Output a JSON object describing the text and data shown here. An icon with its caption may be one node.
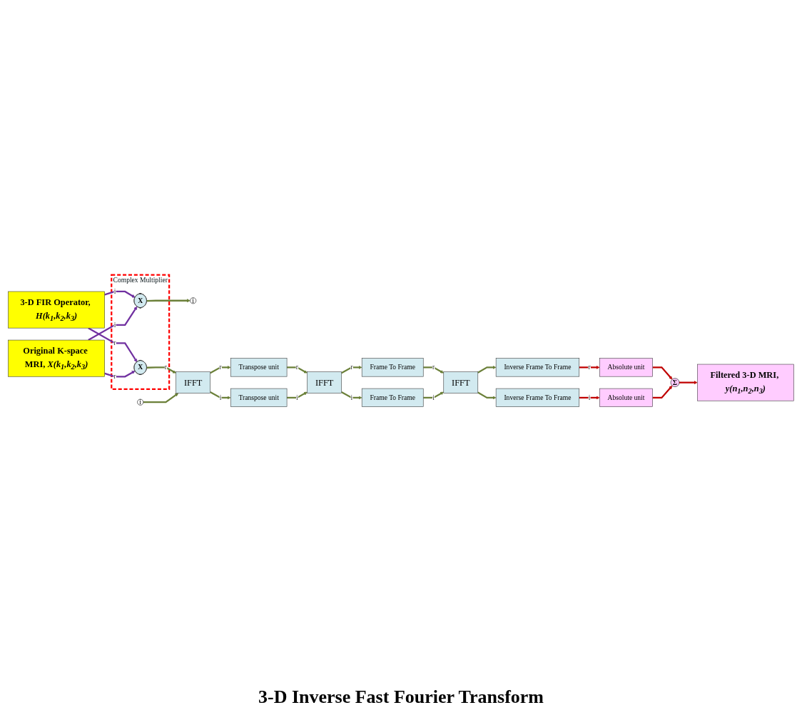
{
  "diagram": {
    "caption": "3-D Inverse Fast Fourier Transform",
    "nodes": [
      {
        "text": [
          "3-D FIR Operator, *H(k$_{1}$,k$_{2}$,k$_{3}$)*"
        ]
      },
      {
        "text": [
          "Original K-space MRI, *X(k$_{1}$,k$_{2}$,k$_{3}$)*"
        ]
      },
      {
        "text": [
          "Complex Multiplier"
        ]
      },
      {
        "text": [
          "X"
        ],
        "in": 2
      },
      {
        "text": [
          "X"
        ],
        "in": 2
      },
      {
        "text": [
          "i"
        ]
      },
      {
        "text": [
          "i"
        ]
      },
      {
        "text": [
          "IFFT"
        ]
      },
      {
        "text": [
          "Transpose unit"
        ]
      },
      {
        "text": [
          "Transpose unit"
        ]
      },
      {
        "text": [
          "IFFT"
        ]
      },
      {
        "text": [
          "Frame To Frame"
        ]
      },
      {
        "text": [
          "Frame To Frame"
        ]
      },
      {
        "text": [
          "IFFT"
        ]
      },
      {
        "text": [
          "Inverse Frame To Frame"
        ]
      },
      {
        "text": [
          "Inverse Frame To Frame"
        ]
      },
      {
        "text": [
          "Absolute unit"
        ]
      },
      {
        "text": [
          "Absolute unit"
        ]
      },
      {
        "text": [
          "Σ"
        ]
      },
      {
        "text": [
          "Filtered 3-D MRI, *y(n$_{1}$,n$_{2}$,n$_{3}$)*"
        ]
      }
    ],
    "edges": [
      {
        "from": 0,
        "to": 3,
        "arrow": "to",
        "label": "i",
        "color": "#7030a0"
      },
      {
        "from": 0,
        "to": 4,
        "arrow": "to",
        "label": "r",
        "color": "#7030a0"
      },
      {
        "from": 1,
        "to": 3,
        "arrow": "to",
        "label": "i",
        "color": "#7030a0"
      },
      {
        "from": 1,
        "to": 4,
        "arrow": "to",
        "label": "r",
        "color": "#7030a0"
      },
      {
        "from": 3,
        "to": 5,
        "arrow": "to"
      },
      {
        "from": 4,
        "to": 7,
        "arrow": "to",
        "label": "r"
      },
      {
        "from": 6,
        "to": 7,
        "arrow": "to"
      },
      {
        "from": 7,
        "to": 8,
        "arrow": "to",
        "label": "r"
      },
      {
        "from": 7,
        "to": 9,
        "arrow": "to",
        "label": "i"
      },
      {
        "from": 8,
        "to": 10,
        "arrow": "to",
        "label": "r"
      },
      {
        "from": 9,
        "to": 10,
        "arrow": "to",
        "label": "i"
      },
      {
        "from": 10,
        "to": 11,
        "arrow": "to",
        "label": "r"
      },
      {
        "from": 10,
        "to": 12,
        "arrow": "to",
        "label": "i"
      },
      {
        "from": 11,
        "to": 13,
        "arrow": "to",
        "label": "r"
      },
      {
        "from": 12,
        "to": 13,
        "arrow": "to",
        "label": "i"
      },
      {
        "from": 13,
        "to": 14,
        "arrow": "to"
      },
      {
        "from": 13,
        "to": 15,
        "arrow": "to"
      },
      {
        "from": 14,
        "to": 16,
        "arrow": "to",
        "label": "r",
        "color": "#c00000"
      },
      {
        "from": 15,
        "to": 17,
        "arrow": "to",
        "label": "i",
        "color": "#c00000"
      },
      {
        "from": 16,
        "to": 18,
        "arrow": "to",
        "color": "#c00000"
      },
      {
        "from": 17,
        "to": 18,
        "arrow": "to",
        "color": "#c00000"
      },
      {
        "from": 18,
        "to": 19,
        "arrow": "to",
        "color": "#c00000"
      }
    ]
  }
}
